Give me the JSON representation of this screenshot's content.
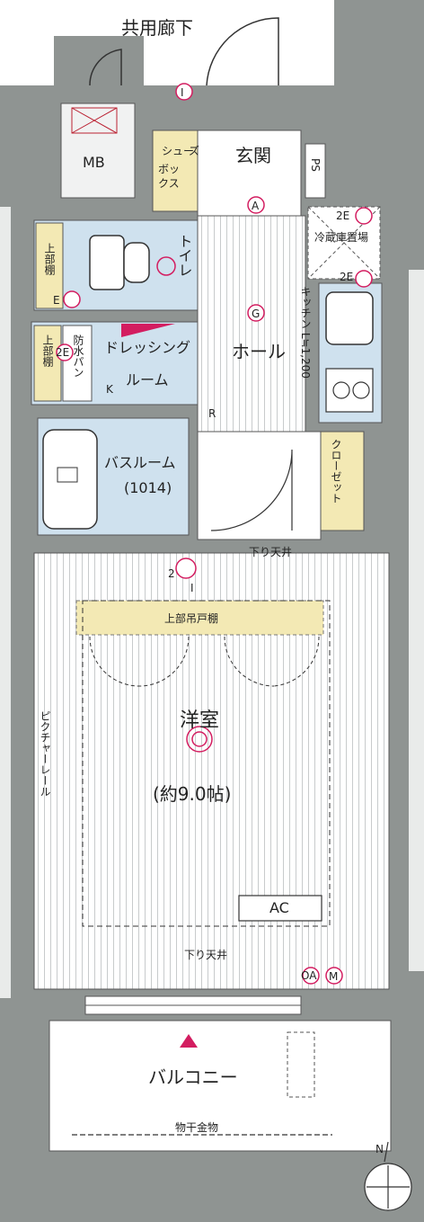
{
  "colors": {
    "wall": "#8f9492",
    "floor_wet": "#cfe1ee",
    "storage": "#f3e9b4",
    "marker": "#d31d60",
    "line": "#333333"
  },
  "corridor": "共用廊下",
  "rooms": {
    "mb": "MB",
    "shoe_box_1": "シュー",
    "shoe_box_2": "ズ",
    "shoe_box_3": "ボッ",
    "shoe_box_4": "クス",
    "entrance": "玄関",
    "ps": "PS",
    "upper_shelf_1": "上部棚",
    "toilet": "トイレ",
    "upper_shelf_2": "上部棚",
    "waterproof_pan": "防水パン",
    "dressing_1": "ドレッシング",
    "dressing_2": "ルーム",
    "hall": "ホール",
    "fridge": "冷蔵庫置場",
    "kitchen": "キッチン L≒1,200",
    "bath_1": "バスルーム",
    "bath_2": "(1014)",
    "closet": "クローゼット",
    "lowered_ceiling_1": "下り天井",
    "upper_cabinet": "上部吊戸棚",
    "western_1": "洋室",
    "western_2": "(約9.0帖)",
    "picture_rail": "ピクチャーレール",
    "ac": "AC",
    "lowered_ceiling_2": "下り天井",
    "balcony": "バルコニー",
    "drying_hardware": "物干金物"
  },
  "markers": {
    "i_top": "I",
    "a": "A",
    "e1": "E",
    "two_e_fridge": "2E",
    "two_e_kitchen": "2E",
    "g": "G",
    "two_e_dress": "2E",
    "k": "K",
    "r": "R",
    "two_i": "2",
    "i_room": "I",
    "oa": "OA",
    "m": "M"
  },
  "compass": "N"
}
